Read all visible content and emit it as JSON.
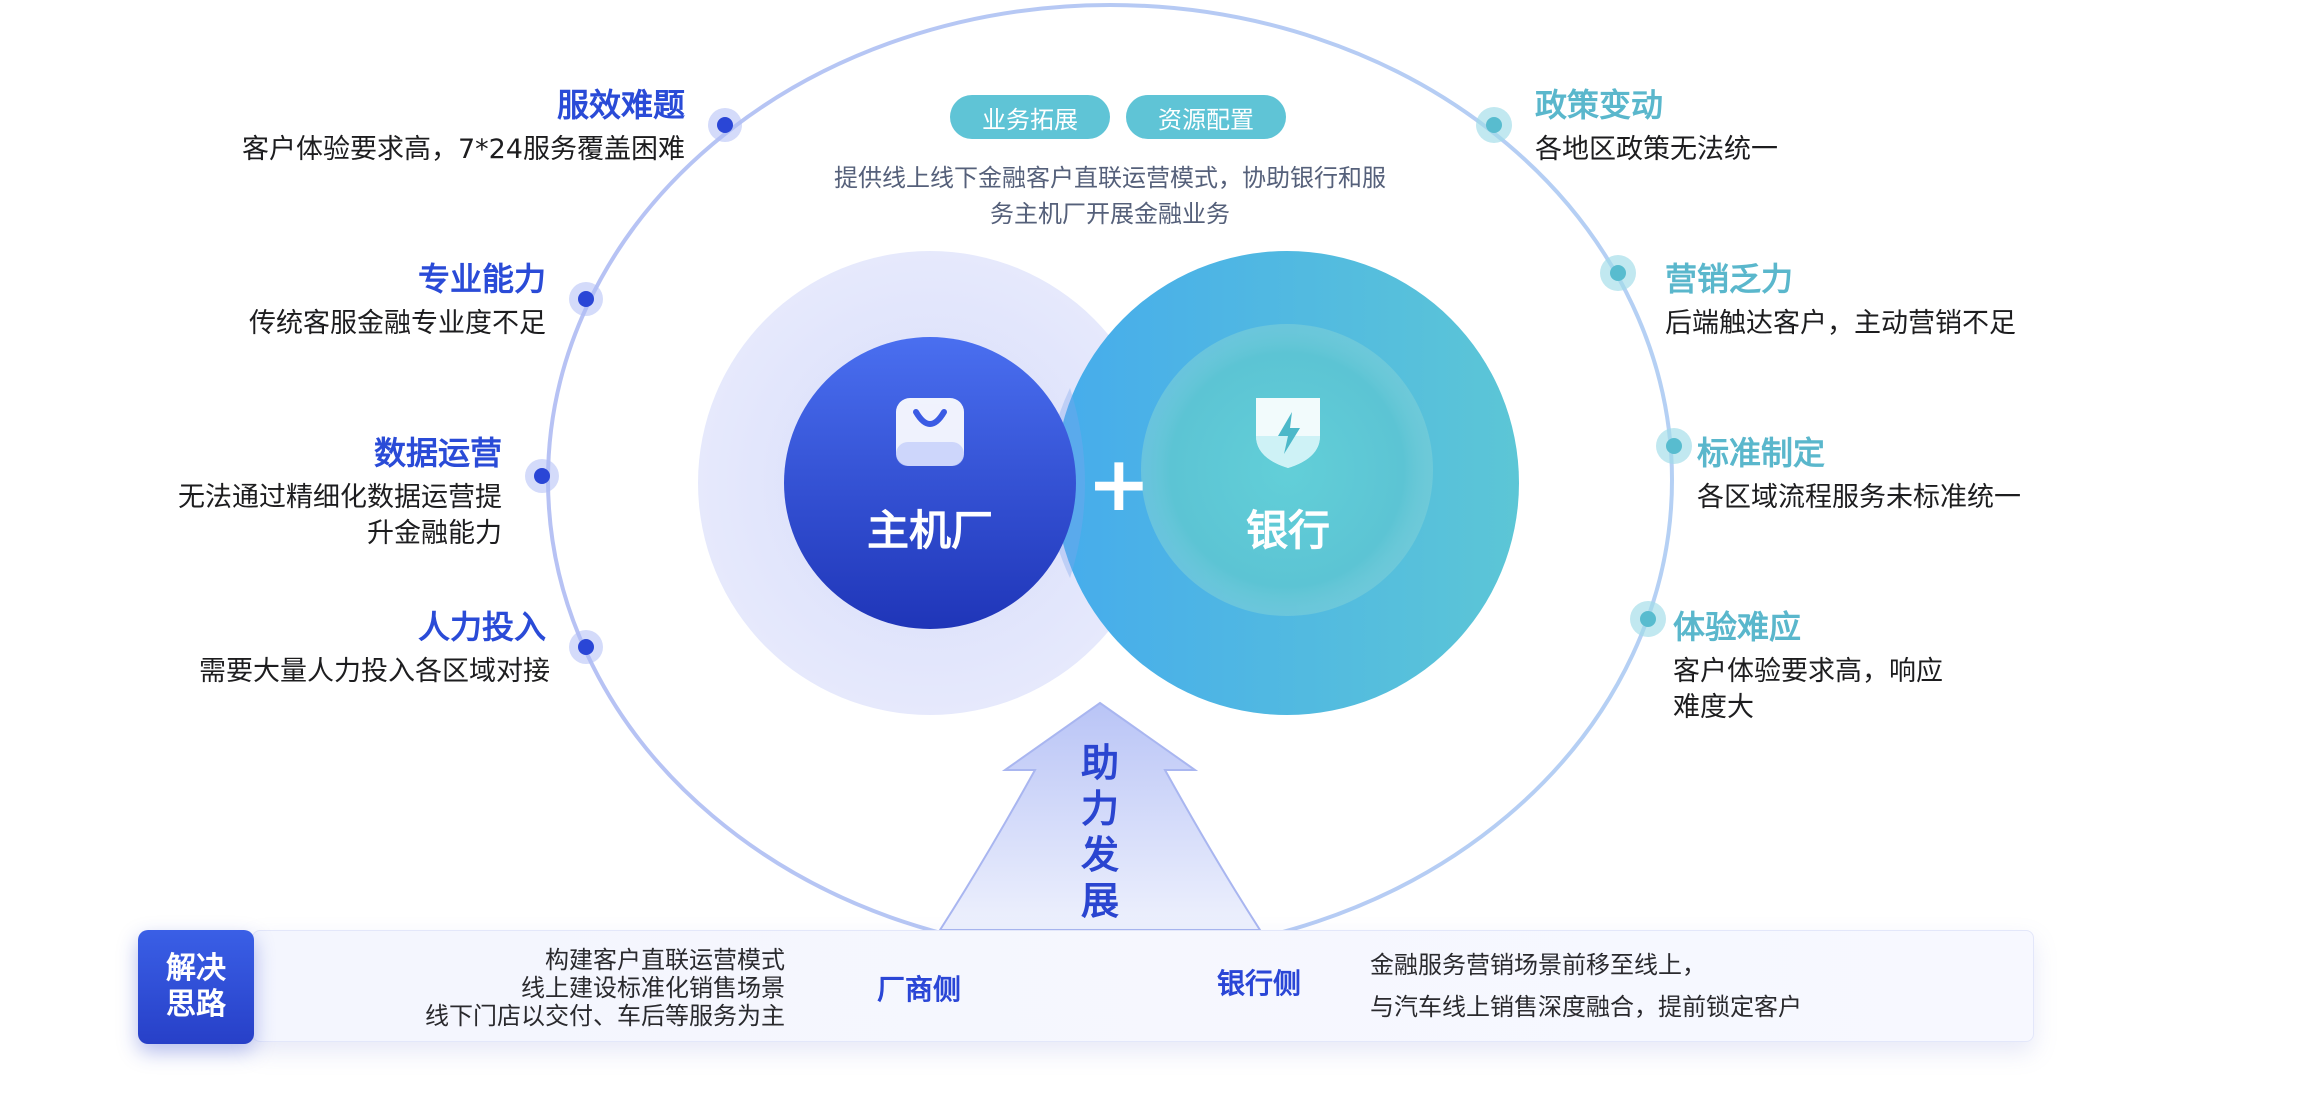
{
  "top": {
    "pills": [
      "业务拓展",
      "资源配置"
    ],
    "description_lines": [
      "提供线上线下金融客户直联运营模式，协助银行和服",
      "务主机厂开展金融业务"
    ]
  },
  "center": {
    "left_circle_label": "主机厂",
    "right_circle_label": "银行",
    "left_icon": "shopping-bag-icon",
    "right_icon": "lightning-shield-icon",
    "plus": "+",
    "arrow_text": [
      "助",
      "力",
      "发",
      "展"
    ]
  },
  "left_items": [
    {
      "title": "服效难题",
      "desc": [
        "客户体验要求高，7*24服务覆盖困难"
      ]
    },
    {
      "title": "专业能力",
      "desc": [
        "传统客服金融专业度不足"
      ]
    },
    {
      "title": "数据运营",
      "desc": [
        "无法通过精细化数据运营提",
        "升金融能力"
      ]
    },
    {
      "title": "人力投入",
      "desc": [
        "需要大量人力投入各区域对接"
      ]
    }
  ],
  "right_items": [
    {
      "title": "政策变动",
      "desc": [
        "各地区政策无法统一"
      ]
    },
    {
      "title": "营销乏力",
      "desc": [
        "后端触达客户，主动营销不足"
      ]
    },
    {
      "title": "标准制定",
      "desc": [
        "各区域流程服务未标准统一"
      ]
    },
    {
      "title": "体验难应",
      "desc": [
        "客户体验要求高，响应",
        "难度大"
      ]
    }
  ],
  "solution": {
    "badge_lines": [
      "解决",
      "思路"
    ],
    "manufacturer_lines": [
      "构建客户直联运营模式",
      "线上建设标准化销售场景",
      "线下门店以交付、车后等服务为主"
    ],
    "manufacturer_label": "厂商侧",
    "bank_label": "银行侧",
    "bank_lines": [
      "金融服务营销场景前移至线上，",
      "与汽车线上销售深度融合，提前锁定客户"
    ]
  },
  "colors": {
    "primary_blue": "#2a46d6",
    "teal": "#5fc4d6",
    "light_blue": "#dfe4fb"
  }
}
